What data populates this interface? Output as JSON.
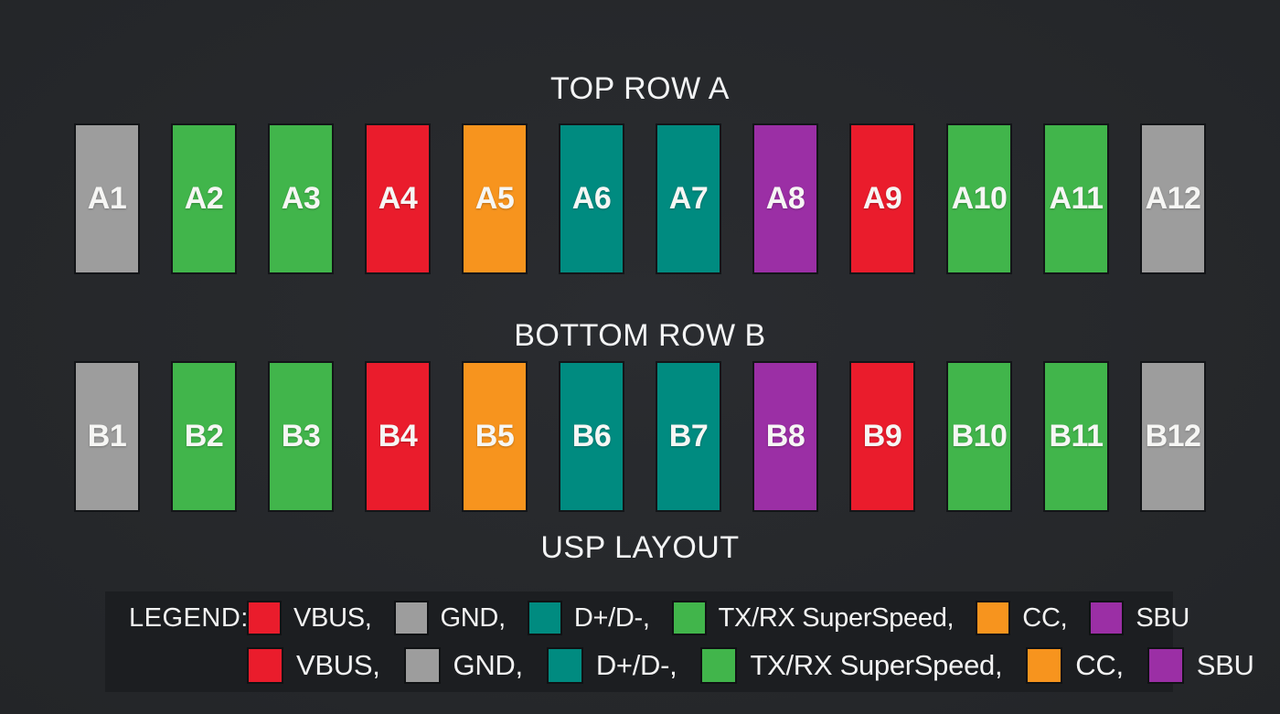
{
  "page": {
    "background": "#26282b",
    "legend_panel_background": "#1c1e21",
    "footer_title": "USP LAYOUT"
  },
  "colors": {
    "vbus": "#ea1c2c",
    "gnd": "#9d9d9d",
    "data": "#008b80",
    "superspeed": "#41b54b",
    "cc": "#f7941e",
    "sbu": "#9b2fa5"
  },
  "rows": {
    "a": {
      "title": "TOP ROW A",
      "pins": [
        {
          "label": "A1",
          "type": "gnd"
        },
        {
          "label": "A2",
          "type": "superspeed"
        },
        {
          "label": "A3",
          "type": "superspeed"
        },
        {
          "label": "A4",
          "type": "vbus"
        },
        {
          "label": "A5",
          "type": "cc"
        },
        {
          "label": "A6",
          "type": "data"
        },
        {
          "label": "A7",
          "type": "data"
        },
        {
          "label": "A8",
          "type": "sbu"
        },
        {
          "label": "A9",
          "type": "vbus"
        },
        {
          "label": "A10",
          "type": "superspeed"
        },
        {
          "label": "A11",
          "type": "superspeed"
        },
        {
          "label": "A12",
          "type": "gnd"
        }
      ]
    },
    "b": {
      "title": "BOTTOM ROW B",
      "pins": [
        {
          "label": "B1",
          "type": "gnd"
        },
        {
          "label": "B2",
          "type": "superspeed"
        },
        {
          "label": "B3",
          "type": "superspeed"
        },
        {
          "label": "B4",
          "type": "vbus"
        },
        {
          "label": "B5",
          "type": "cc"
        },
        {
          "label": "B6",
          "type": "data"
        },
        {
          "label": "B7",
          "type": "data"
        },
        {
          "label": "B8",
          "type": "sbu"
        },
        {
          "label": "B9",
          "type": "vbus"
        },
        {
          "label": "B10",
          "type": "superspeed"
        },
        {
          "label": "B11",
          "type": "superspeed"
        },
        {
          "label": "B12",
          "type": "gnd"
        }
      ]
    }
  },
  "legend": {
    "label": "LEGEND:",
    "rows": [
      {
        "items": [
          {
            "text": "VBUS,",
            "type": "vbus"
          },
          {
            "text": "GND,",
            "type": "gnd"
          },
          {
            "text": "D+/D-,",
            "type": "data"
          },
          {
            "text": "TX/RX SuperSpeed,",
            "type": "superspeed"
          },
          {
            "text": "CC,",
            "type": "cc"
          },
          {
            "text": "SBU",
            "type": "sbu"
          }
        ]
      },
      {
        "items": [
          {
            "text": "VBUS,",
            "type": "vbus"
          },
          {
            "text": "GND,",
            "type": "gnd"
          },
          {
            "text": "D+/D-,",
            "type": "data"
          },
          {
            "text": "TX/RX SuperSpeed,",
            "type": "superspeed"
          },
          {
            "text": "CC,",
            "type": "cc"
          },
          {
            "text": "SBU",
            "type": "sbu"
          }
        ]
      }
    ]
  }
}
